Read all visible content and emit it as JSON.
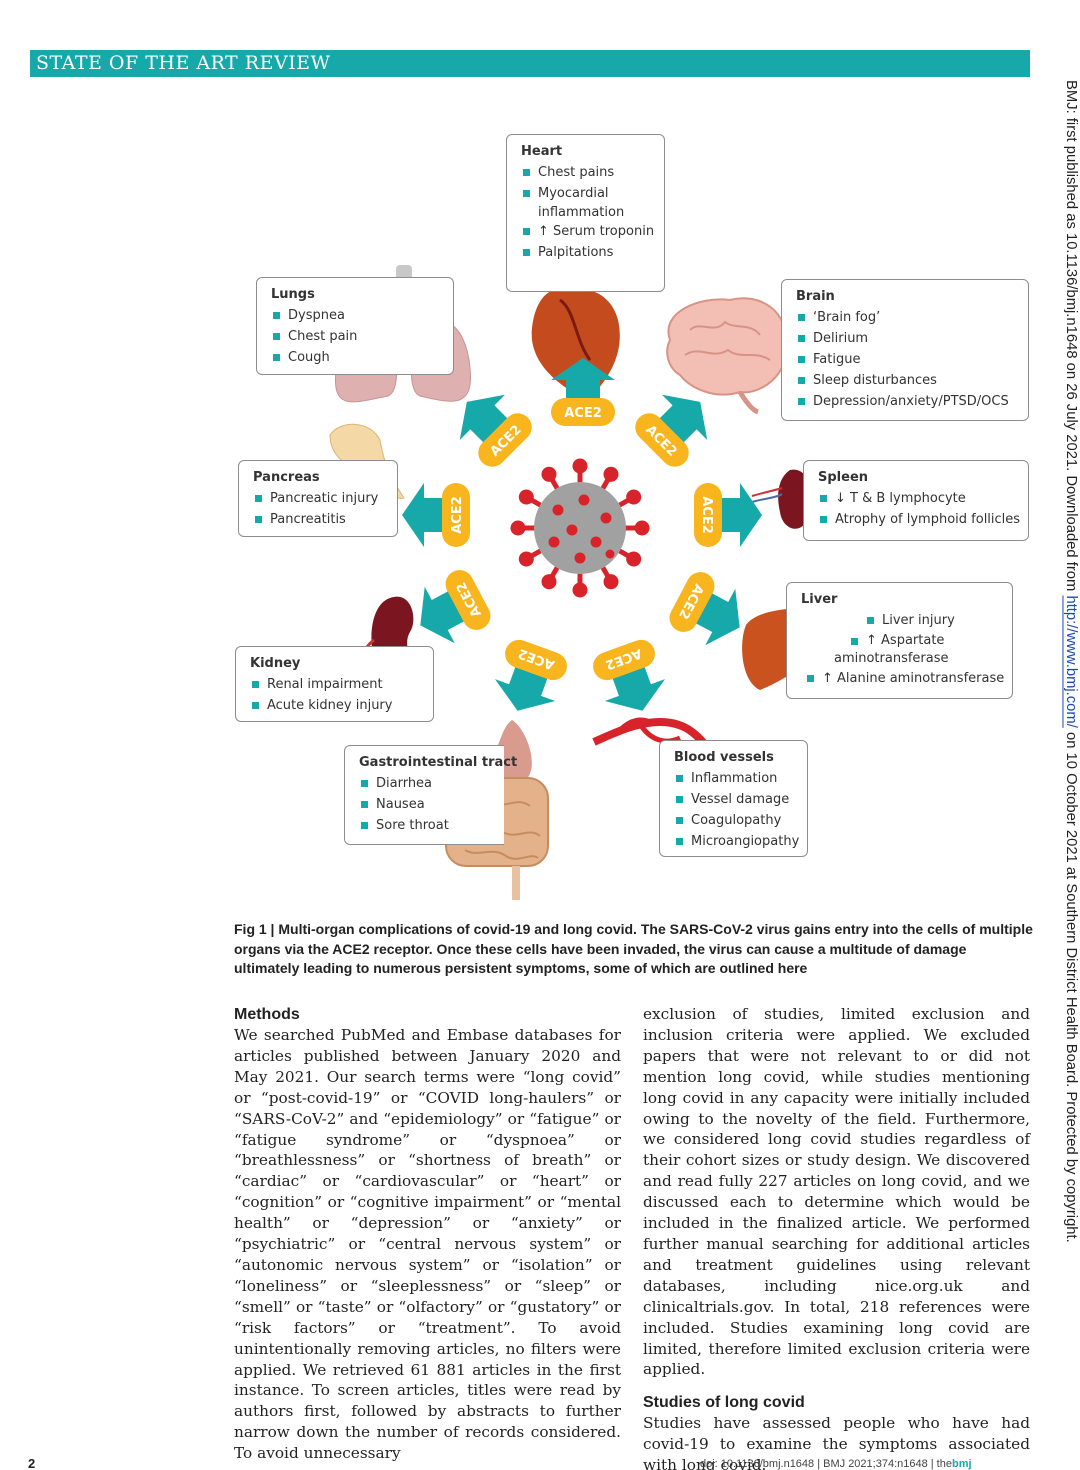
{
  "header": {
    "section_label": "STATE OF THE ART REVIEW"
  },
  "side_note": {
    "before_link": "BMJ: first published as 10.1136/bmj.n1648 on 26 July 2021. Downloaded from ",
    "link": "http://www.bmj.com/",
    "after_link": " on 10 October 2021 at Southern District Health Board. Protected by copyright."
  },
  "figure": {
    "receptor_label": "ACE2",
    "organs": {
      "heart": {
        "title": "Heart",
        "items": [
          "Chest pains",
          "Myocardial",
          "inflammation",
          "↑ Serum troponin",
          "Palpitations"
        ]
      },
      "lungs": {
        "title": "Lungs",
        "items": [
          "Dyspnea",
          "Chest pain",
          "Cough"
        ]
      },
      "brain": {
        "title": "Brain",
        "items": [
          "‘Brain fog’",
          "Delirium",
          "Fatigue",
          "Sleep disturbances",
          "Depression/anxiety/PTSD/OCS"
        ]
      },
      "pancreas": {
        "title": "Pancreas",
        "items": [
          "Pancreatic injury",
          "Pancreatitis"
        ]
      },
      "spleen": {
        "title": "Spleen",
        "items": [
          "↓ T & B lymphocyte",
          "Atrophy of lymphoid follicles"
        ]
      },
      "liver": {
        "title": "Liver",
        "items": [
          "Liver injury",
          "↑ Aspartate",
          "aminotransferase",
          "↑ Alanine aminotransferase"
        ]
      },
      "kidney": {
        "title": "Kidney",
        "items": [
          "Renal impairment",
          "Acute kidney injury"
        ]
      },
      "gi": {
        "title": "Gastrointestinal tract",
        "items": [
          "Diarrhea",
          "Nausea",
          "Sore throat"
        ]
      },
      "blood": {
        "title": "Blood vessels",
        "items": [
          "Inflammation",
          "Vessel damage",
          "Coagulopathy",
          "Microangiopathy"
        ]
      }
    },
    "caption": "Fig 1 | Multi-organ complications of covid-19 and long covid. The SARS-CoV-2 virus gains entry into the cells of multiple organs via the ACE2 receptor. Once these cells have been invaded, the virus can cause a multitude of damage ultimately leading to numerous persistent symptoms, some of which are outlined here"
  },
  "body": {
    "methods_heading": "Methods",
    "methods_text": "We searched PubMed and Embase databases for articles published between January 2020 and May 2021. Our search terms were “long covid” or “post-covid-19” or “COVID long-haulers” or “SARS-CoV-2” and “epidemiology” or “fatigue” or “fatigue syndrome” or “dyspnoea” or “breathlessness” or “shortness of breath” or “cardiac” or “cardiovascular” or “heart” or “cognition” or “cognitive impairment” or “mental health” or “depression” or “anxiety” or “psychiatric” or “central nervous system” or “autonomic nervous system” or “isolation” or “loneliness” or “sleeplessness” or “sleep” or “smell” or “taste” or “olfactory” or “gustatory” or “risk factors” or “treatment”. To avoid unintentionally removing articles, no filters were applied. We retrieved 61 881 articles in the first instance. To screen articles, titles were read by authors first, followed by abstracts to further narrow down the number of records considered. To avoid unnecessary",
    "right_text": "exclusion of studies, limited exclusion and inclusion criteria were applied. We excluded papers that were not relevant to or did not mention long covid, while studies mentioning long covid in any capacity were initially included owing to the novelty of the field. Furthermore, we considered long covid studies regardless of their cohort sizes or study design. We discovered and read fully 227 articles on long covid, and we discussed each to determine which would be included in the finalized article. We performed further manual searching for additional articles and treatment guidelines using relevant databases, including nice.org.uk and clinicaltrials.gov. In total, 218 references were included. Studies examining long covid are limited, therefore limited exclusion criteria were applied.",
    "studies_heading": "Studies of long covid",
    "studies_text": "Studies have assessed people who have had covid-19 to examine the symptoms associated with long covid."
  },
  "footer": {
    "page_number": "2",
    "doi": "doi: 10.1136/bmj.n1648 | BMJ 2021;374:n1648 | the",
    "brand": "bmj"
  },
  "colors": {
    "teal": "#17a9a9",
    "ace2_yellow": "#f8b51d",
    "virus_red": "#d8232a"
  }
}
